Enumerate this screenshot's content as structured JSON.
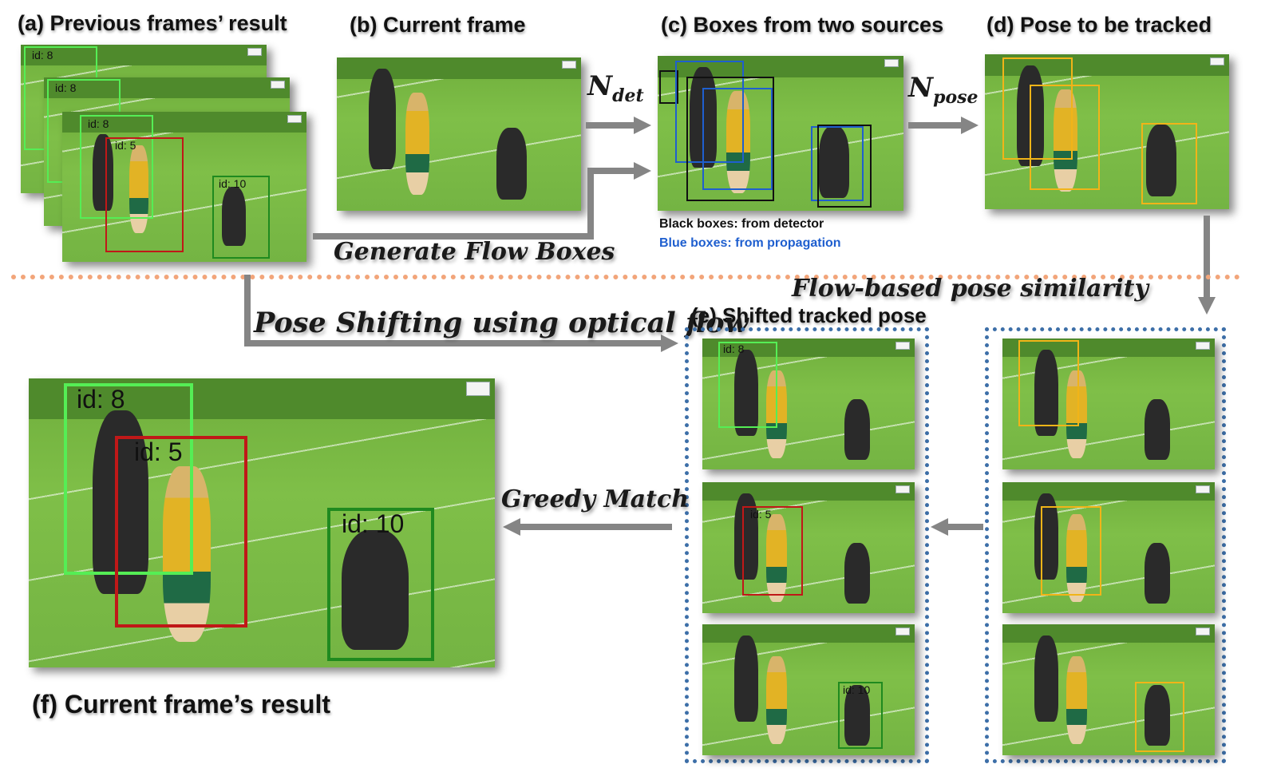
{
  "panels": {
    "a_title": "(a) Previous frames’ result",
    "b_title": "(b) Current frame",
    "c_title": "(c) Boxes from two sources",
    "d_title": "(d) Pose  to be tracked",
    "e_title": "(e) Shifted tracked pose",
    "f_title": "(f) Current frame’s result"
  },
  "arrows": {
    "n_det": {
      "symbol": "N",
      "sub": "det"
    },
    "n_pose": {
      "symbol": "N",
      "sub": "pose"
    },
    "generate_flow": "Generate Flow Boxes",
    "pose_shifting": "Pose Shifting using optical flow",
    "flow_similarity": "Flow-based pose similarity",
    "greedy_match": "Greedy Match"
  },
  "legend": {
    "black": "Black boxes: from detector",
    "blue": "Blue boxes: from propagation",
    "black_color": "#111111",
    "blue_color": "#1f5fcf"
  },
  "ids": {
    "id8": "id: 8",
    "id5": "id: 5",
    "id10": "id: 10"
  },
  "colors": {
    "id8": "#55ee55",
    "id5": "#c01818",
    "id10": "#1f8a1f",
    "tracked": "#f1b418",
    "arrow": "#858585",
    "divider": "#f2a57a",
    "panel_border": "#3d6fa8"
  }
}
